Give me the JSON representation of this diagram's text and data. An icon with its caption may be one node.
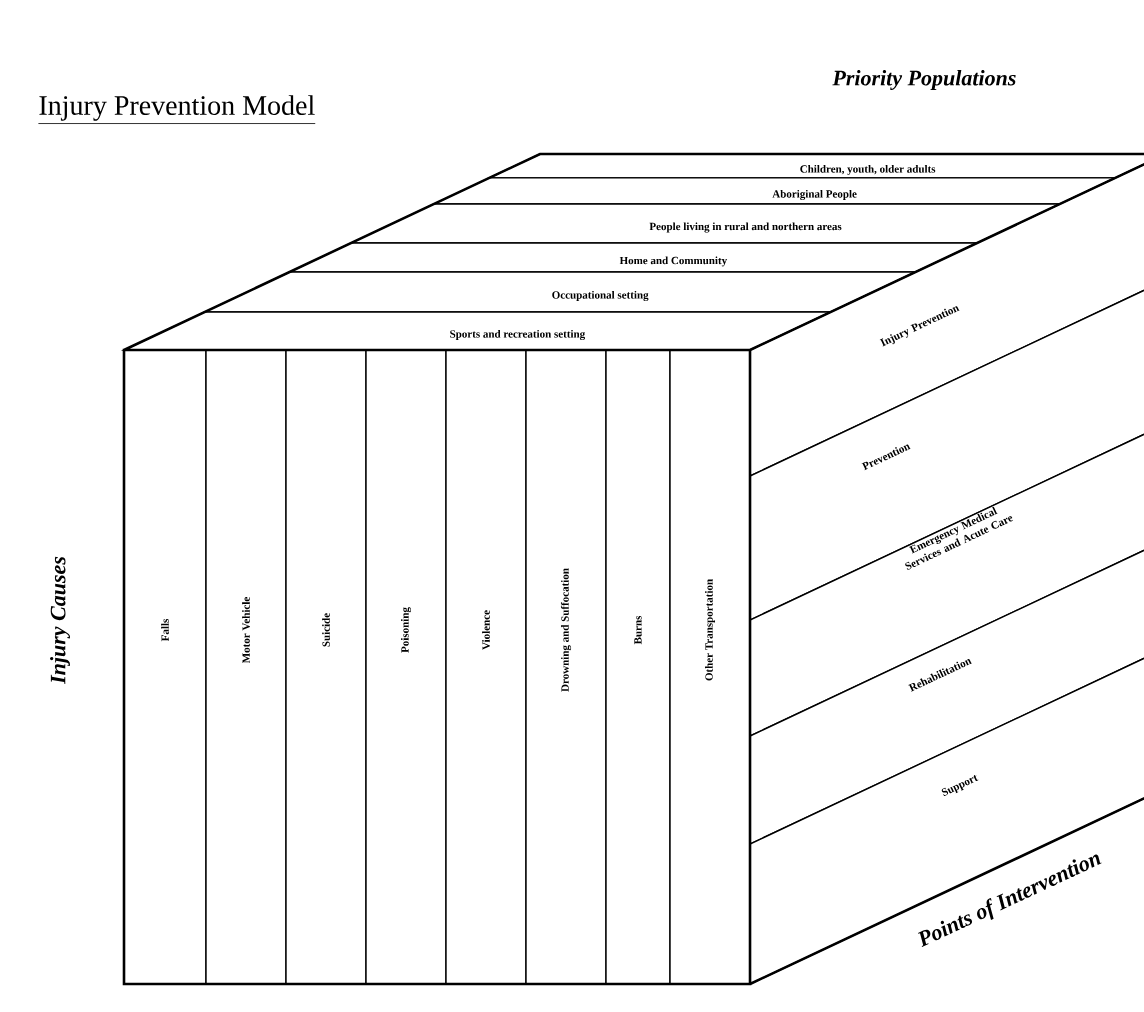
{
  "diagram": {
    "title": "Injury Prevention Model",
    "nodes": [
      {
        "text": [
          "Children, youth, older adults"
        ]
      },
      {
        "text": [
          "Aboriginal People"
        ]
      },
      {
        "text": [
          "People living in rural and northern areas"
        ]
      },
      {
        "text": [
          "Home and Community"
        ]
      },
      {
        "text": [
          "Occupational setting"
        ]
      },
      {
        "text": [
          "Sports and recreation setting"
        ]
      },
      {
        "text": [
          "Falls"
        ]
      },
      {
        "text": [
          "Motor Vehicle"
        ]
      },
      {
        "text": [
          "Suicide"
        ]
      },
      {
        "text": [
          "Poisoning"
        ]
      },
      {
        "text": [
          "Violence"
        ]
      },
      {
        "text": [
          "Drowning and Suffocation"
        ]
      },
      {
        "text": [
          "Burns"
        ]
      },
      {
        "text": [
          "Other Transportation"
        ]
      },
      {
        "text": [
          "Injury Prevention"
        ]
      },
      {
        "text": [
          "Prevention"
        ]
      },
      {
        "text": [
          "Emergency Medical Services and Acute Care"
        ]
      },
      {
        "text": [
          "Rehabilitation"
        ]
      },
      {
        "text": [
          "Support"
        ]
      }
    ],
    "labels": [
      "Priority Populations",
      "Injury Causes",
      "Points of Intervention"
    ]
  }
}
